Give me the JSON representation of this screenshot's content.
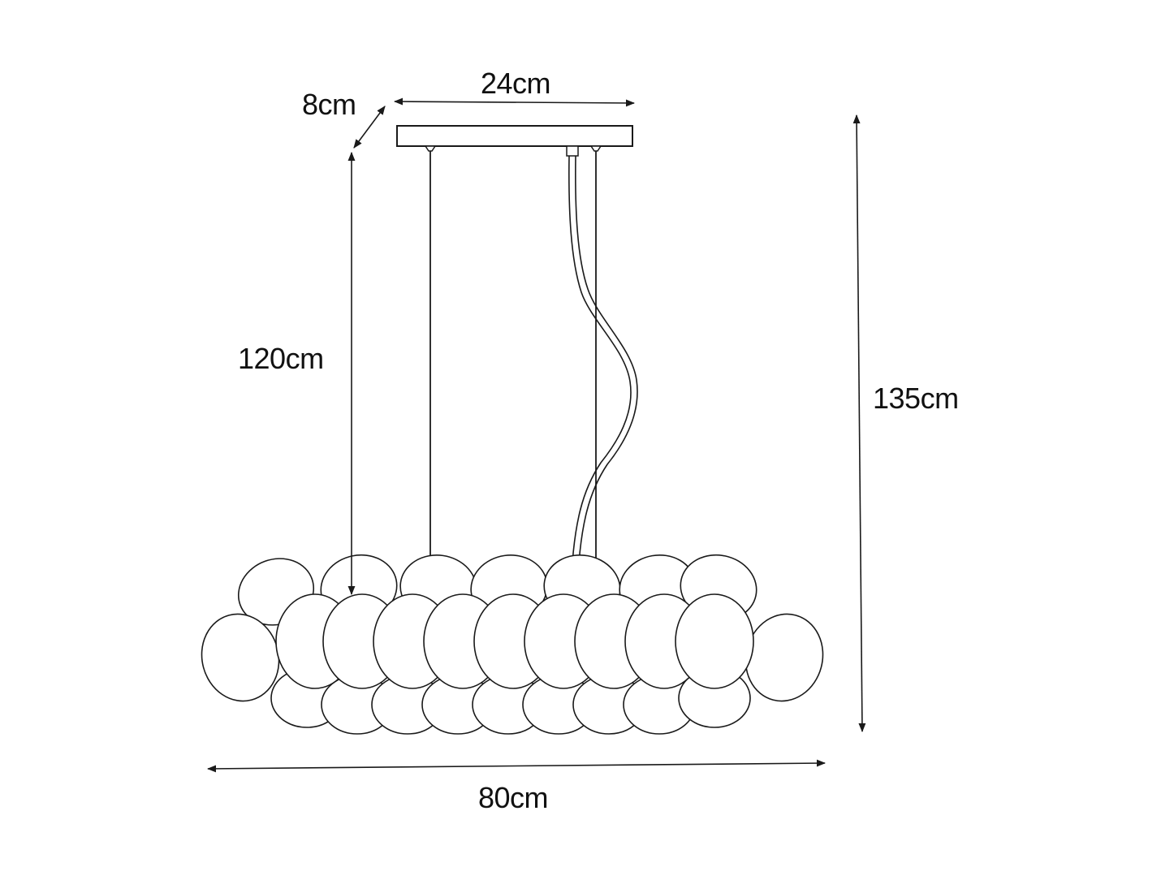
{
  "dimensions": {
    "canopy_width": "24cm",
    "canopy_depth": "8cm",
    "suspension_length": "120cm",
    "total_height": "135cm",
    "shade_width": "80cm"
  },
  "colors": {
    "line": "#1a1a1a",
    "background": "#ffffff"
  }
}
